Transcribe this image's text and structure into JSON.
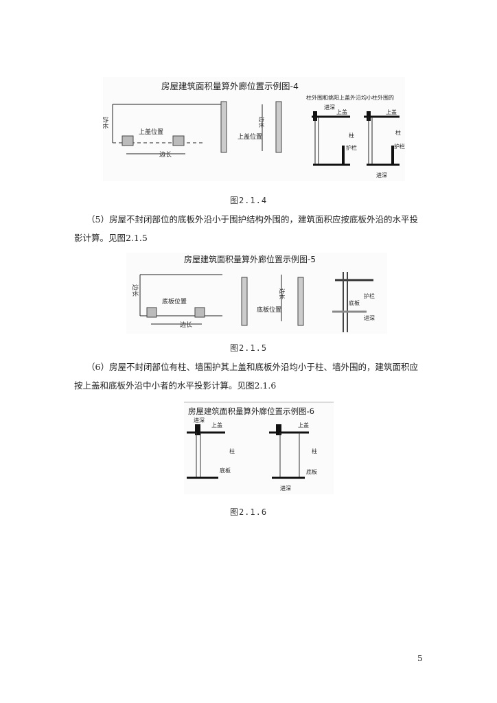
{
  "figure4": {
    "title": "房屋建筑面积量算外廊位置示例图-4",
    "label_top": "柱外围和挑阳上盖外沿均小柱外围的",
    "left_side": "边长",
    "top_cover_left": "上盖位置",
    "side_len": "边长",
    "top_cover_mid": "上盖位置",
    "mid_len": "边长",
    "walk_depth_top": "进深",
    "top_cover_a": "上盖",
    "column_a": "柱",
    "guard_a": "护栏",
    "top_cover_b": "上盖",
    "column_b": "柱",
    "guard_b": "护栏",
    "walk_depth_bottom": "进深",
    "caption": "图2.1.4"
  },
  "para5": "（5）房屋不封闭部位的底板外沿小于围护结构外围的，建筑面积应按底板外沿的水平投影计算。见图2.1.5",
  "figure5": {
    "title": "房屋建筑面积量算外廊位置示例图-5",
    "left_side": "边长",
    "bottom_plate_left": "底板位置",
    "bottom_len": "边长",
    "mid_len": "边长",
    "bottom_plate_mid": "底板位置",
    "guard": "护栏",
    "bottom_plate": "底板",
    "depth": "进深",
    "caption": "图2.1.5"
  },
  "para6": "（6）房屋不封闭部位有柱、墙围护其上盖和底板外沿均小于柱、墙外围的，建筑面积应按上盖和底板外沿中小者的水平投影计算。见图2.1.6",
  "figure6": {
    "title": "房屋建筑面积量算外廊位置示例图-6",
    "walk_depth_top": "进深",
    "top_cover_a": "上盖",
    "column_a": "柱",
    "bottom_a": "底板",
    "top_cover_b": "上盖",
    "column_b": "柱",
    "bottom_b": "底板",
    "walk_depth_bottom": "进深",
    "caption": "图2.1.6"
  },
  "page_number": "5"
}
